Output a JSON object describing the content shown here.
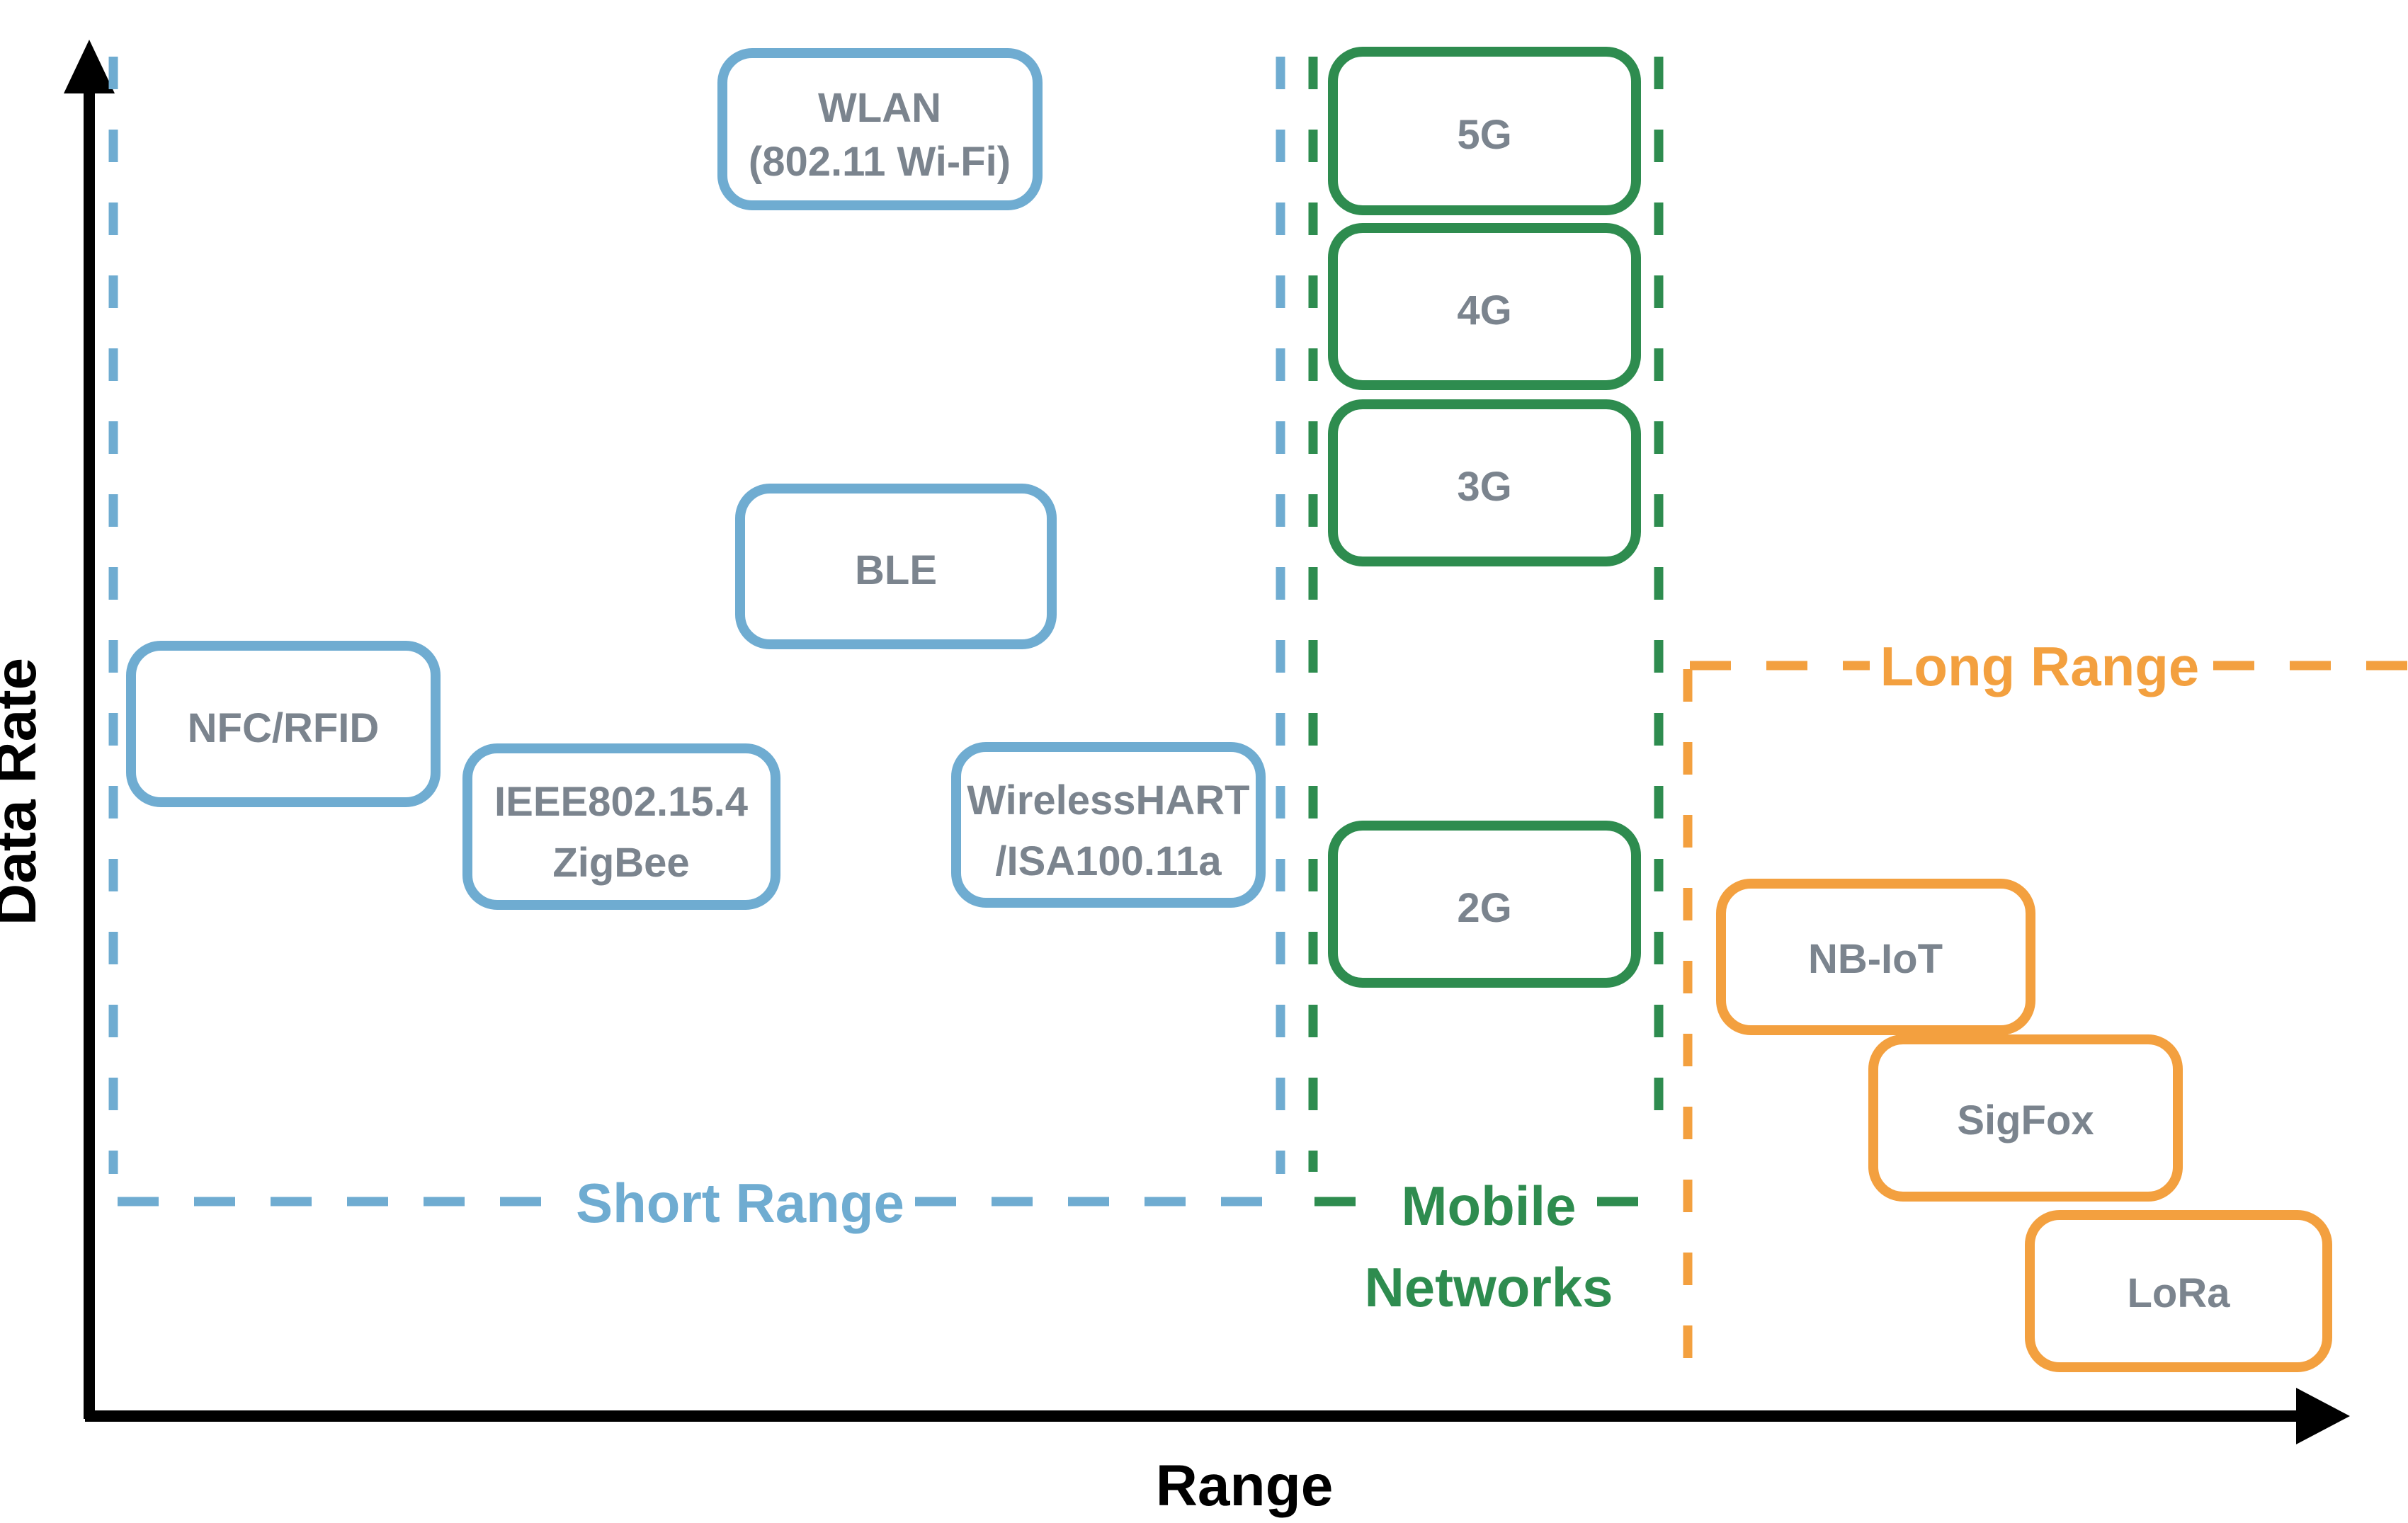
{
  "colors": {
    "short_range_blue": "#6FACD1",
    "mobile_green": "#2E8C4F",
    "long_range_orange": "#F3A03F",
    "label_gray": "#7B848E",
    "axis_black": "#000000"
  },
  "axes": {
    "x_label": "Range",
    "y_label": "Data Rate"
  },
  "regions": {
    "short_range": {
      "label": "Short Range",
      "boxes": [
        {
          "lines": [
            "WLAN",
            "(802.11 Wi-Fi)"
          ]
        },
        {
          "lines": [
            "BLE"
          ]
        },
        {
          "lines": [
            "NFC/RFID"
          ]
        },
        {
          "lines": [
            "IEEE802.15.4",
            "ZigBee"
          ]
        },
        {
          "lines": [
            "WirelessHART",
            "/ISA100.11a"
          ]
        }
      ]
    },
    "mobile_networks": {
      "label_lines": [
        "Mobile",
        "Networks"
      ],
      "boxes": [
        {
          "label": "5G"
        },
        {
          "label": "4G"
        },
        {
          "label": "3G"
        },
        {
          "label": "2G"
        }
      ]
    },
    "long_range": {
      "label": "Long Range",
      "boxes": [
        {
          "label": "NB-IoT"
        },
        {
          "label": "SigFox"
        },
        {
          "label": "LoRa"
        }
      ]
    }
  },
  "chart_data": {
    "type": "scatter",
    "title": "",
    "xlabel": "Range",
    "ylabel": "Data Rate",
    "axes_numeric": false,
    "legend_position": "none",
    "groups": [
      {
        "name": "Short Range",
        "color": "#6FACD1",
        "items": [
          {
            "label": "WLAN (802.11 Wi-Fi)",
            "x": 0.37,
            "y": 0.92
          },
          {
            "label": "BLE",
            "x": 0.37,
            "y": 0.62
          },
          {
            "label": "NFC/RFID",
            "x": 0.12,
            "y": 0.51
          },
          {
            "label": "IEEE802.15.4 ZigBee",
            "x": 0.26,
            "y": 0.44
          },
          {
            "label": "WirelessHART/ISA100.11a",
            "x": 0.46,
            "y": 0.44
          }
        ]
      },
      {
        "name": "Mobile Networks",
        "color": "#2E8C4F",
        "items": [
          {
            "label": "5G",
            "x": 0.62,
            "y": 0.92
          },
          {
            "label": "4G",
            "x": 0.62,
            "y": 0.8
          },
          {
            "label": "3G",
            "x": 0.62,
            "y": 0.68
          },
          {
            "label": "2G",
            "x": 0.62,
            "y": 0.39
          }
        ]
      },
      {
        "name": "Long Range",
        "color": "#F3A03F",
        "items": [
          {
            "label": "NB-IoT",
            "x": 0.78,
            "y": 0.35
          },
          {
            "label": "SigFox",
            "x": 0.84,
            "y": 0.24
          },
          {
            "label": "LoRa",
            "x": 0.9,
            "y": 0.12
          }
        ]
      }
    ]
  }
}
